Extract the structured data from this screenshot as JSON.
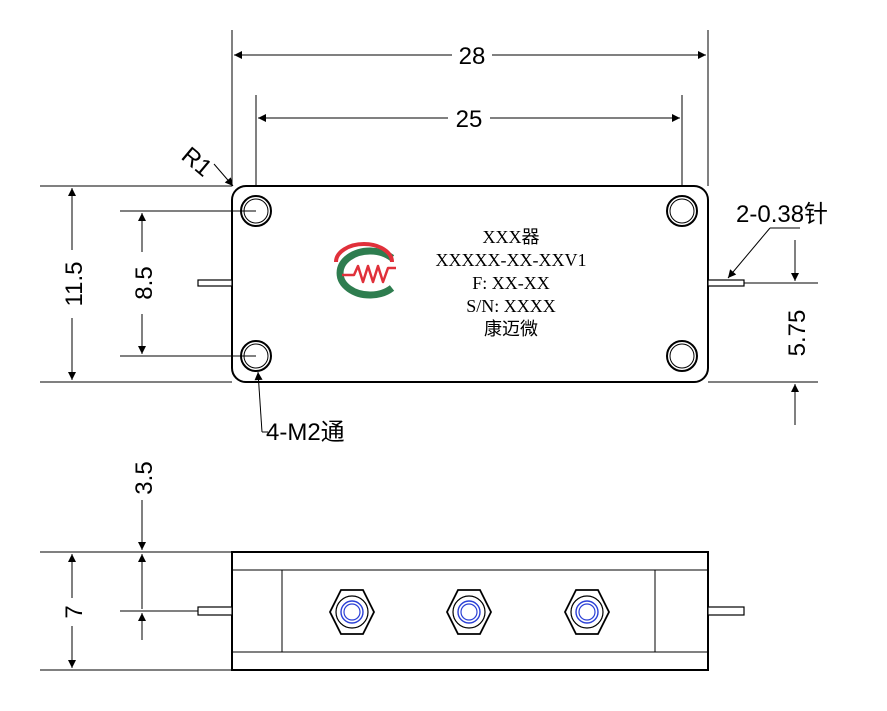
{
  "dimensions": {
    "overall_width": "28",
    "hole_spacing_x": "25",
    "corner_radius": "R1",
    "overall_height": "11.5",
    "hole_spacing_y": "8.5",
    "pin_spec": "2-0.38针",
    "pin_offset": "5.75",
    "mount_holes": "4-M2通",
    "side_pin_height": "3.5",
    "side_thickness": "7"
  },
  "label": {
    "line1": "XXX器",
    "line2": "XXXXX-XX-XXV1",
    "line3": "F: XX-XX",
    "line4": "S/N: XXXX",
    "line5": "康迈微"
  },
  "colors": {
    "logo_red": "#e0303a",
    "logo_green": "#2e7d4f",
    "connector_blue": "#2a3fd6",
    "line": "#000000"
  },
  "icons": {
    "logo": "kmw-logo-icon",
    "mount_hole": "mount-hole-icon",
    "connector": "sma-connector-icon"
  }
}
